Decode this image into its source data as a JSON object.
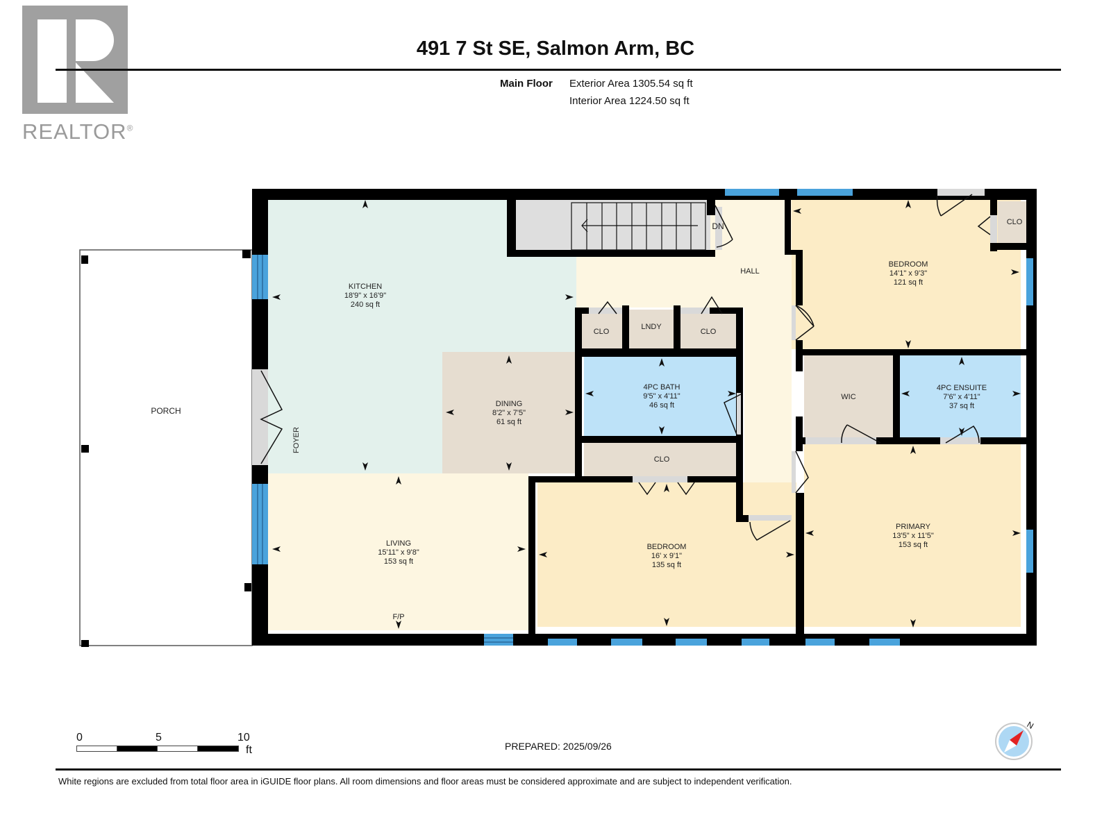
{
  "logo": {
    "text": "REALTOR",
    "reg": "®",
    "color": "#a0a0a0"
  },
  "header": {
    "title": "491 7 St SE, Salmon Arm, BC",
    "floor_label": "Main Floor",
    "exterior_area": "Exterior Area 1305.54 sq ft",
    "interior_area": "Interior Area 1224.50 sq ft"
  },
  "colors": {
    "wall": "#000000",
    "window": "#4aa3dc",
    "kitchen": "#e3f1ec",
    "hall": "#fdf6e1",
    "bedroom": "#fcecc6",
    "closet": "#e6ddd0",
    "bath": "#bde2f8",
    "stairs": "#dedede",
    "door": "#d9d9d9"
  },
  "rooms": {
    "porch": {
      "name": "PORCH"
    },
    "foyer": {
      "name": "FOYER"
    },
    "kitchen": {
      "name": "KITCHEN",
      "dims": "18'9\" x 16'9\"",
      "area": "240 sq ft"
    },
    "dining": {
      "name": "DINING",
      "dims": "8'2\" x 7'5\"",
      "area": "61 sq ft"
    },
    "living": {
      "name": "LIVING",
      "dims": "15'11\" x 9'8\"",
      "area": "153 sq ft",
      "note": "F/P"
    },
    "hall": {
      "name": "HALL"
    },
    "stairs": {
      "label": "DN"
    },
    "clo1": {
      "name": "CLO"
    },
    "lndy": {
      "name": "LNDY"
    },
    "clo2": {
      "name": "CLO"
    },
    "bath": {
      "name": "4PC BATH",
      "dims": "9'5\" x 4'11\"",
      "area": "46 sq ft"
    },
    "clo3": {
      "name": "CLO"
    },
    "bedroom1": {
      "name": "BEDROOM",
      "dims": "14'1\" x 9'3\"",
      "area": "121 sq ft"
    },
    "clo4": {
      "name": "CLO"
    },
    "wic": {
      "name": "WIC"
    },
    "ensuite": {
      "name": "4PC ENSUITE",
      "dims": "7'6\" x 4'11\"",
      "area": "37 sq ft"
    },
    "bedroom2": {
      "name": "BEDROOM",
      "dims": "16' x 9'1\"",
      "area": "135 sq ft"
    },
    "primary": {
      "name": "PRIMARY",
      "dims": "13'5\" x 11'5\"",
      "area": "153 sq ft"
    }
  },
  "scale": {
    "labels": [
      "0",
      "5",
      "10"
    ],
    "unit": "ft"
  },
  "prepared": "PREPARED: 2025/09/26",
  "compass": {
    "label": "N"
  },
  "footer": {
    "disclaimer": "White regions are excluded from total floor area in iGUIDE floor plans. All room dimensions and floor areas must be considered approximate and are subject to independent verification."
  }
}
